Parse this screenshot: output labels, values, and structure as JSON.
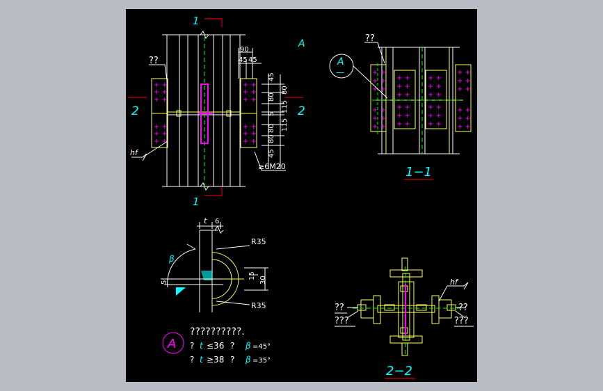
{
  "drawing": {
    "section_mark_top": "1",
    "section_mark_bottom": "1",
    "section_mark_left": "2",
    "section_mark_right": "2",
    "detail_ref_letter": "A",
    "callout_plate": "??",
    "dim_90": "90",
    "dim_45a": "45",
    "dim_45b": "45",
    "dim_v_45_top": "45",
    "dim_v_80_a": "80",
    "dim_v_80_b": "80",
    "dim_v_5": "5",
    "dim_v_115_a": "115",
    "dim_v_115_b": "115",
    "dim_v_80_c": "80",
    "dim_v_80_d": "80",
    "dim_v_45_bot": "45",
    "bolt_note": "≥6M20",
    "weld_hf": "hf",
    "section_1_title": "1−1",
    "section_1_callout": "??",
    "section_1_balloon_top": "A",
    "section_1_balloon_bottom": "—",
    "detail_dim_t": "t",
    "detail_dim_6": "6",
    "detail_r_top": "R35",
    "detail_r_bot": "R35",
    "detail_dim_5_left": "5",
    "detail_dim_15": "15",
    "detail_dim_30": "30",
    "detail_beta": "β",
    "detail_note_title": "??????????.",
    "detail_note_line1_q": "?",
    "detail_note_line1_t": "t",
    "detail_note_line1_cond": "≤36",
    "detail_note_line1_q2": "?",
    "detail_note_line1_beta": "β",
    "detail_note_line1_val": "=45°",
    "detail_note_line2_q": "?",
    "detail_note_line2_t": "t",
    "detail_note_line2_cond": "≥38",
    "detail_note_line2_q2": "?",
    "detail_note_line2_beta": "β",
    "detail_note_line2_val": "=35°",
    "section_2_title": "2−2",
    "section_2_left_a": "??",
    "section_2_left_b": "???",
    "section_2_right_a": "??",
    "section_2_right_b": "???",
    "section_2_hf": "hf"
  },
  "colors": {
    "background": "#000000",
    "frame": "#b8bcc5",
    "line_white": "#ffffff",
    "line_yellow": "#ffff66",
    "bolt_magenta": "#ff00ff",
    "text_cyan": "#00ffff",
    "section_red": "#ff0000",
    "weld_green": "#00ff00"
  }
}
